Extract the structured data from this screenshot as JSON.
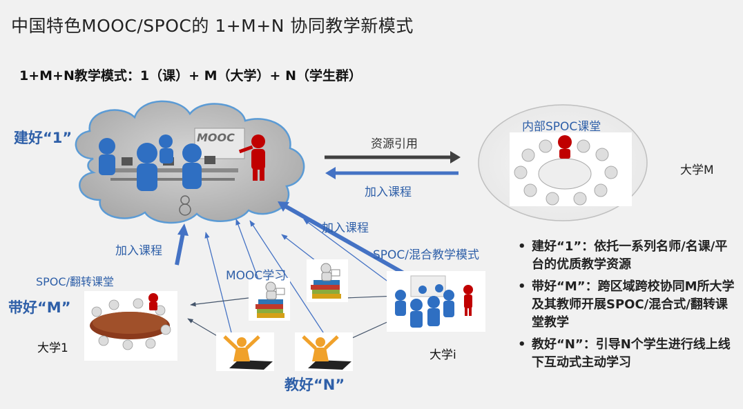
{
  "title": "中国特色MOOC/SPOC的 1+M+N 协同教学新模式",
  "subtitle": "1+M+N教学模式：1（课）+ M（大学）+ N（学生群）",
  "labels": {
    "build_one": "建好“1”",
    "bring_m": "带好“M”",
    "teach_n": "教好“N”",
    "univ_1": "大学1",
    "univ_i": "大学i",
    "univ_m": "大学M",
    "internal_spoc": "内部SPOC课堂",
    "resource_ref": "资源引用",
    "add_course_top": "加入课程",
    "add_course_left": "加入课程",
    "add_course_mid": "加入课程",
    "spoc_flip": "SPOC/翻转课堂",
    "mooc_study": "MOOC学习",
    "spoc_mixed": "SPOC/混合教学模式",
    "mooc_sign": "MOOC"
  },
  "bullets": [
    "建好“1”：依托一系列名师/名课/平台的优质教学资源",
    "带好“M”：跨区域跨校协同M所大学及其教师开展SPOC/混合式/翻转课堂教学",
    "教好“N”：引导N个学生进行线上线下互动式主动学习"
  ],
  "colors": {
    "blue": "#4472c4",
    "dark_arrow": "#404040",
    "accent_red": "#c00000",
    "figure_blue": "#2f6fc2"
  }
}
